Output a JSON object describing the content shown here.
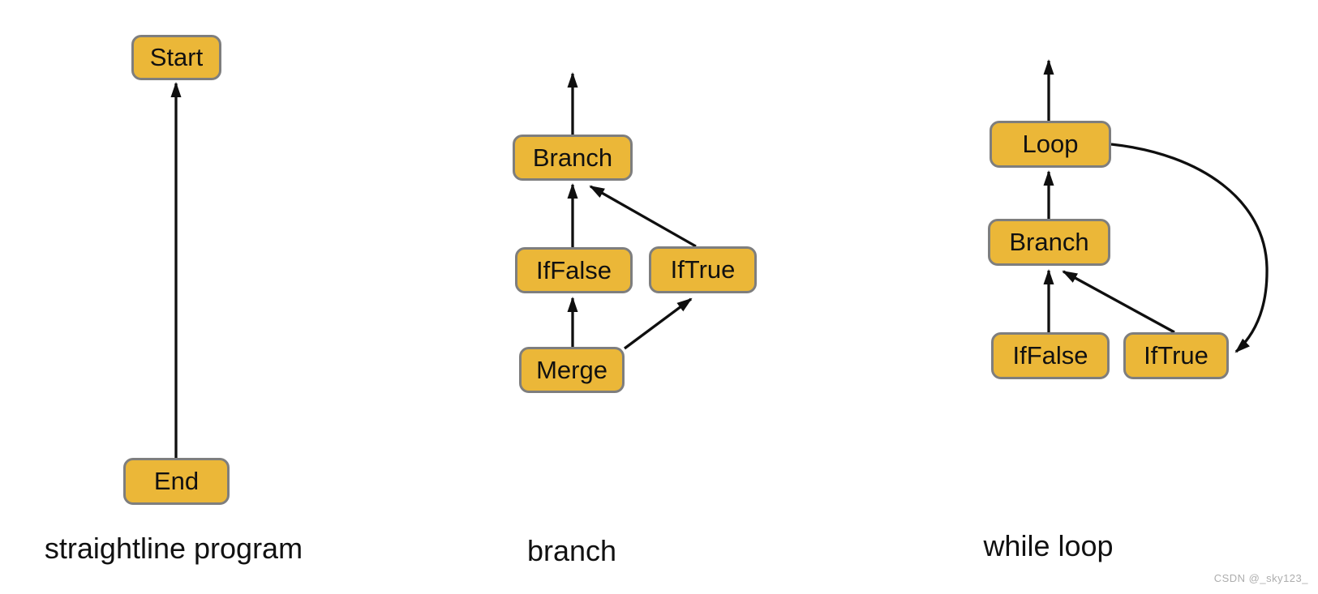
{
  "diagrams": [
    {
      "caption": "straightline program",
      "nodes": [
        {
          "id": "start",
          "label": "Start"
        },
        {
          "id": "end",
          "label": "End"
        }
      ],
      "edges": [
        {
          "from": "End",
          "to": "Start"
        }
      ]
    },
    {
      "caption": "branch",
      "nodes": [
        {
          "id": "branch",
          "label": "Branch"
        },
        {
          "id": "iffalse",
          "label": "IfFalse"
        },
        {
          "id": "iftrue",
          "label": "IfTrue"
        },
        {
          "id": "merge",
          "label": "Merge"
        }
      ],
      "edges": [
        {
          "from": "Branch",
          "to": "exit-up"
        },
        {
          "from": "IfFalse",
          "to": "Branch"
        },
        {
          "from": "IfTrue",
          "to": "Branch"
        },
        {
          "from": "Merge",
          "to": "IfFalse"
        },
        {
          "from": "Merge",
          "to": "IfTrue"
        }
      ]
    },
    {
      "caption": "while loop",
      "nodes": [
        {
          "id": "loop",
          "label": "Loop"
        },
        {
          "id": "branch",
          "label": "Branch"
        },
        {
          "id": "iffalse",
          "label": "IfFalse"
        },
        {
          "id": "iftrue",
          "label": "IfTrue"
        }
      ],
      "edges": [
        {
          "from": "Loop",
          "to": "exit-up"
        },
        {
          "from": "Branch",
          "to": "Loop"
        },
        {
          "from": "IfFalse",
          "to": "Branch"
        },
        {
          "from": "IfTrue",
          "to": "Branch"
        },
        {
          "from": "Loop",
          "to": "IfTrue",
          "style": "curved-right"
        }
      ]
    }
  ],
  "watermark": {
    "text": "CSDN @_sky123_"
  },
  "colors": {
    "node_fill": "#EBB738",
    "node_border": "#7E7E7E",
    "edge": "#0F0F0F",
    "background": "#FFFFFF",
    "watermark": "#ADADAD"
  }
}
